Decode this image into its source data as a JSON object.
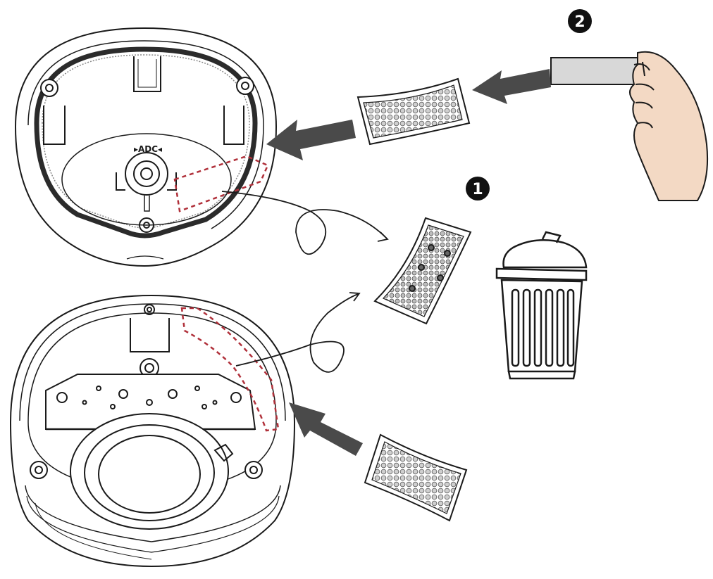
{
  "diagram": {
    "steps": [
      {
        "number": "1",
        "description": ""
      },
      {
        "number": "2",
        "description": ""
      }
    ],
    "housing_label": "▸ADC◂",
    "colors": {
      "line": "#1a1a1a",
      "arrow": "#4a4a4a",
      "dashed_outline": "#b0303a",
      "hand_fill": "#f3d9c4",
      "tape_fill": "#d8d8d8",
      "bead_fill": "#c9c9c9",
      "step_badge": "#111111"
    },
    "icons": [
      "dome-housing-icon",
      "camera-base-icon",
      "desiccant-pack-icon",
      "hand-icon",
      "trash-can-icon",
      "arrow-icon"
    ]
  }
}
